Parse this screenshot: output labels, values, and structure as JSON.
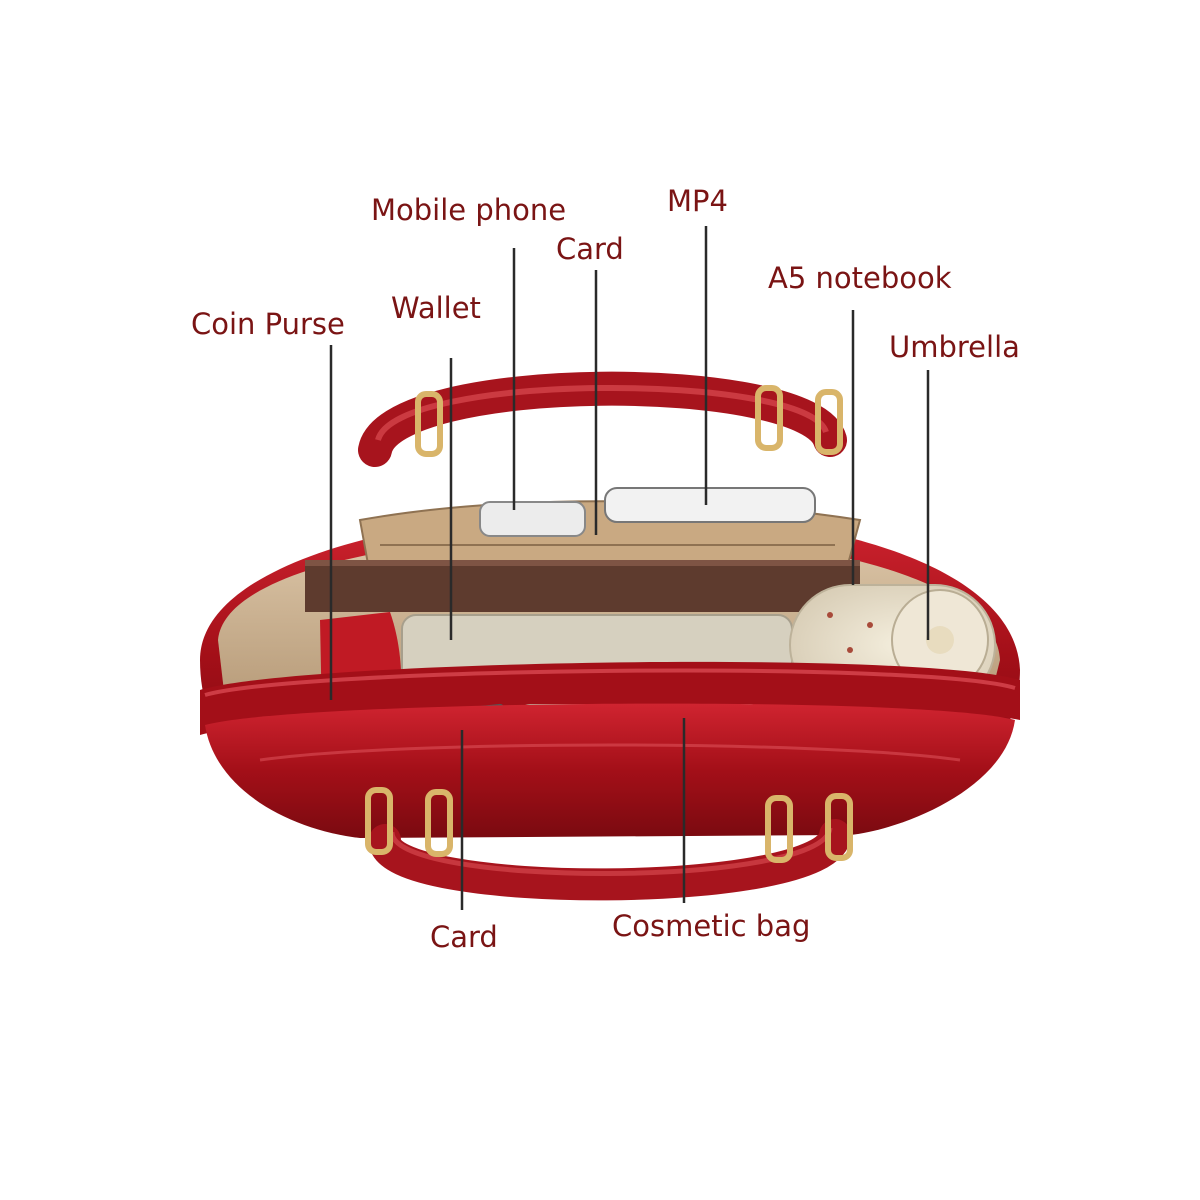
{
  "theme": {
    "label_color": "#7a1414",
    "bag_red": "#b3141e",
    "lining": "#cdb394"
  },
  "labels": {
    "mobile_phone": "Mobile phone",
    "mp4": "MP4",
    "card_top": "Card",
    "a5_notebook": "A5 notebook",
    "wallet": "Wallet",
    "coin_purse": "Coin Purse",
    "umbrella": "Umbrella",
    "card_bottom": "Card",
    "cosmetic_bag": "Cosmetic bag"
  }
}
